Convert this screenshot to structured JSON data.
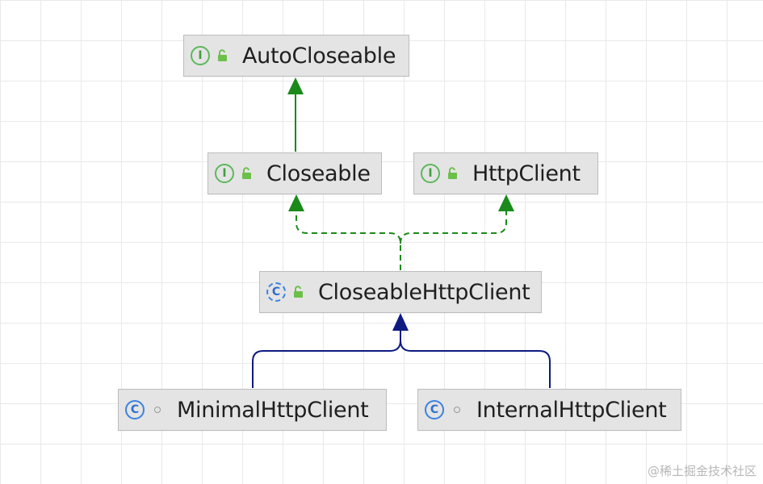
{
  "diagram": {
    "nodes": {
      "autocloseable": {
        "kind": "interface",
        "kind_glyph": "I",
        "visibility": "public",
        "label": "AutoCloseable"
      },
      "closeable": {
        "kind": "interface",
        "kind_glyph": "I",
        "visibility": "public",
        "label": "Closeable"
      },
      "httpclient": {
        "kind": "interface",
        "kind_glyph": "I",
        "visibility": "public",
        "label": "HttpClient"
      },
      "closeablehttpclient": {
        "kind": "abstract-class",
        "kind_glyph": "C",
        "visibility": "public",
        "label": "CloseableHttpClient"
      },
      "minimalhttpclient": {
        "kind": "class",
        "kind_glyph": "C",
        "visibility": "package-private",
        "label": "MinimalHttpClient"
      },
      "internalhttpclient": {
        "kind": "class",
        "kind_glyph": "C",
        "visibility": "package-private",
        "label": "InternalHttpClient"
      }
    },
    "edges": [
      {
        "from": "closeable",
        "to": "autocloseable",
        "relation": "extends",
        "color": "#1a8a1a",
        "style": "solid"
      },
      {
        "from": "closeablehttpclient",
        "to": "closeable",
        "relation": "implements",
        "color": "#1a8a1a",
        "style": "dashed"
      },
      {
        "from": "closeablehttpclient",
        "to": "httpclient",
        "relation": "implements",
        "color": "#1a8a1a",
        "style": "dashed"
      },
      {
        "from": "minimalhttpclient",
        "to": "closeablehttpclient",
        "relation": "extends",
        "color": "#0d1a80",
        "style": "solid"
      },
      {
        "from": "internalhttpclient",
        "to": "closeablehttpclient",
        "relation": "extends",
        "color": "#0d1a80",
        "style": "solid"
      }
    ]
  },
  "colors": {
    "interface_edge": "#1a8a1a",
    "class_edge": "#0d1a80",
    "interface_icon": "#5cb85c",
    "class_icon": "#3b82e0",
    "public_lock": "#6cc04a"
  },
  "watermark": "@稀土掘金技术社区"
}
